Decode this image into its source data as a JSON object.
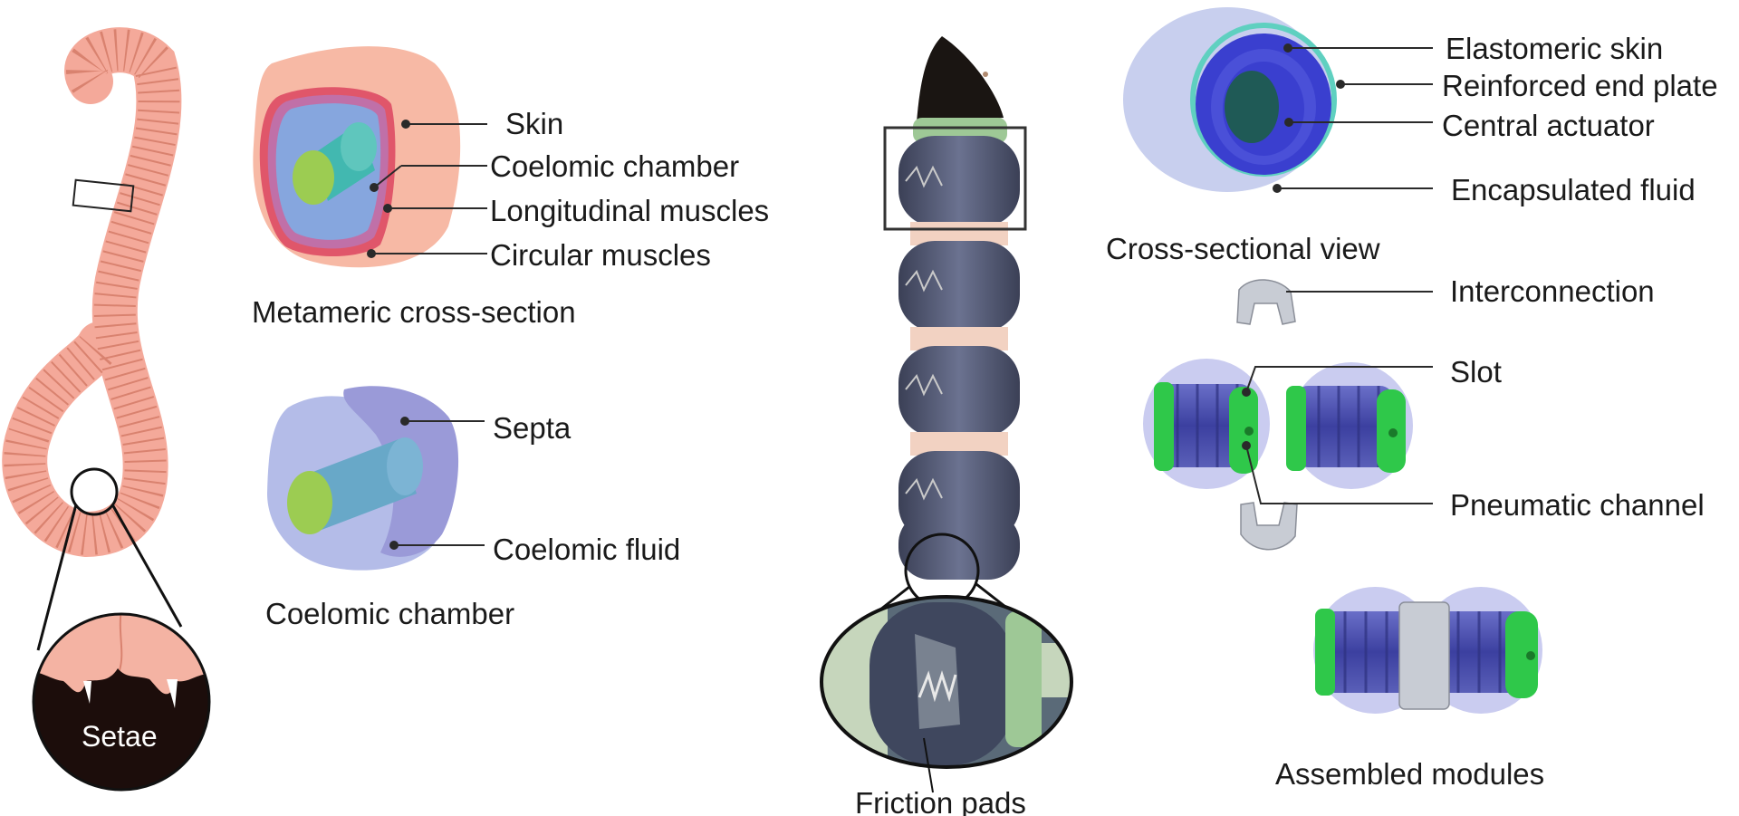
{
  "worm": {
    "setae_label": "Setae",
    "colors": {
      "body": "#f4a99a",
      "segment_line": "#d9826f",
      "zoom_bg": "#1c0d0b"
    }
  },
  "metameric": {
    "title": "Metameric cross-section",
    "labels": {
      "skin": "Skin",
      "coelomic_chamber": "Coelomic chamber",
      "longitudinal_muscles": "Longitudinal muscles",
      "circular_muscles": "Circular muscles"
    },
    "colors": {
      "skin": "#f7b9a5",
      "circular": "#e0566a",
      "longitudinal": "#c070a8",
      "chamber": "#86a6de",
      "gut": "#42b8b0",
      "gut_face": "#9ccc52"
    }
  },
  "coelomic": {
    "title": "Coelomic chamber",
    "labels": {
      "septa": "Septa",
      "coelomic_fluid": "Coelomic fluid"
    },
    "colors": {
      "septa": "#9a9ad8",
      "fluid": "#b4bce8"
    }
  },
  "robot": {
    "label": "Friction pads",
    "colors": {
      "tip": "#1a1512",
      "module": "#4f5670",
      "band": "#f2d2c2",
      "ring": "#9ec896"
    }
  },
  "module": {
    "title": "Cross-sectional view",
    "labels": {
      "elastomeric_skin": "Elastomeric skin",
      "reinforced_end_plate": "Reinforced  end plate",
      "central_actuator": "Central actuator",
      "encapsulated_fluid": "Encapsulated fluid"
    },
    "colors": {
      "skin": "#c8cfee",
      "actuator": "#3a3fcf",
      "core": "#1f5a56",
      "end_plate": "#5fd0c0"
    }
  },
  "assembly": {
    "labels": {
      "interconnection": "Interconnection",
      "slot": "Slot",
      "pneumatic_channel": "Pneumatic channel"
    },
    "assembled_title": "Assembled modules",
    "colors": {
      "end_plate": "#2fc84a",
      "bellows": "#4a4fa8",
      "skin": "#c4c6ee",
      "clip": "#c8ccd4"
    }
  }
}
